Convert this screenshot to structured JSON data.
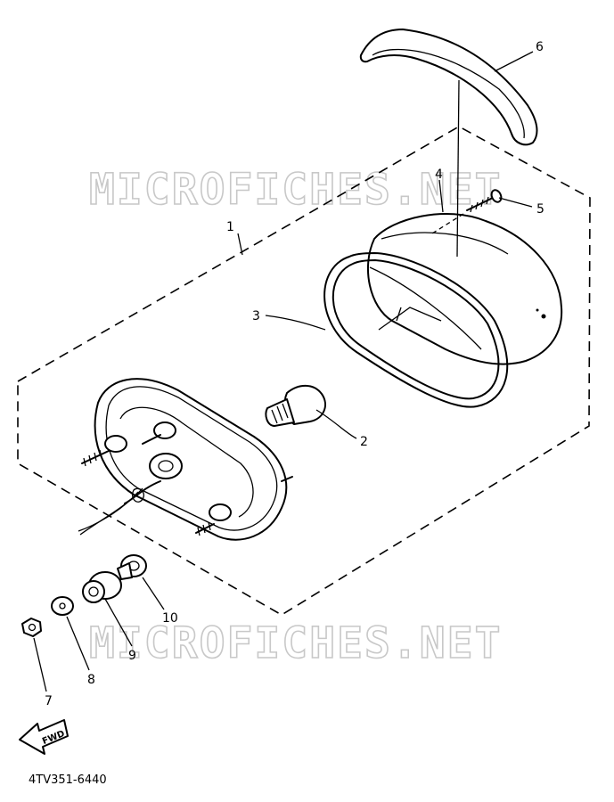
{
  "watermark": {
    "text": "MICROFICHES.NET"
  },
  "diagram_code": "4TV351-6440",
  "direction_arrow": {
    "label": "FWD"
  },
  "callouts": [
    "1",
    "2",
    "3",
    "4",
    "5",
    "6",
    "7",
    "8",
    "9",
    "10"
  ]
}
